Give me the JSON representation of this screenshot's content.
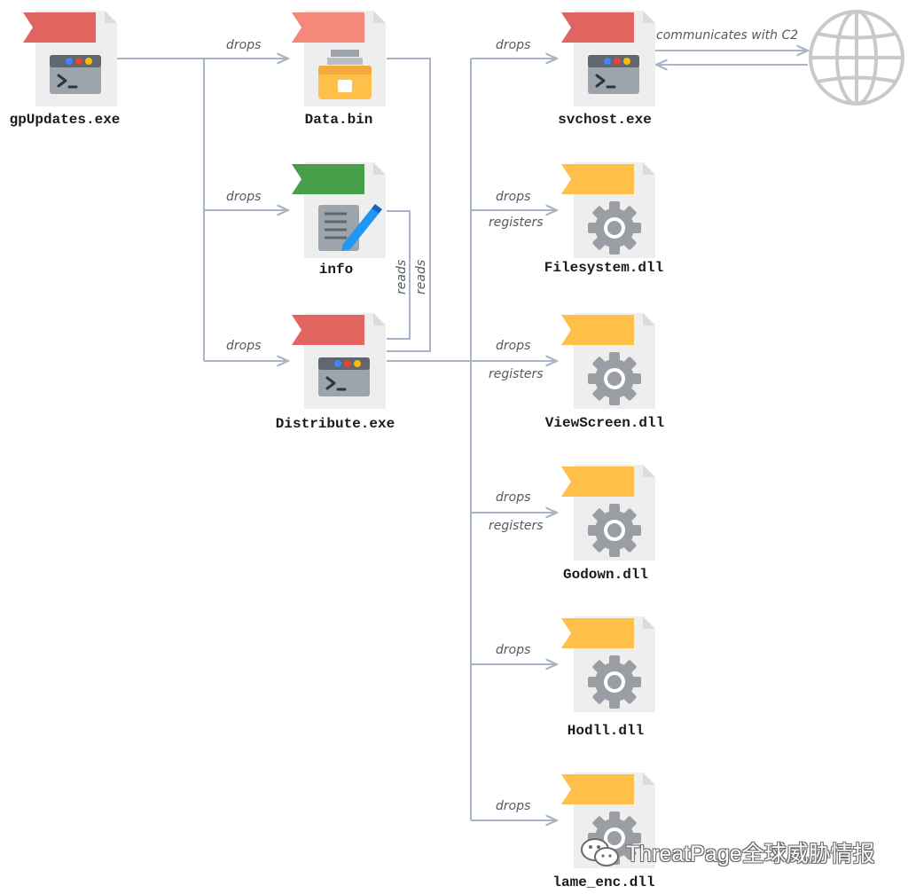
{
  "files": {
    "gpupdates": {
      "name": "gpUpdates.exe",
      "kind": "exe",
      "flag": "#E06560"
    },
    "databin": {
      "name": "Data.bin",
      "kind": "bin",
      "flag": "#F4887A"
    },
    "info": {
      "name": "info",
      "kind": "doc",
      "flag": "#47A049"
    },
    "distribute": {
      "name": "Distribute.exe",
      "kind": "exe",
      "flag": "#E06560"
    },
    "svchost": {
      "name": "svchost.exe",
      "kind": "exe",
      "flag": "#E06560"
    },
    "filesystem": {
      "name": "Filesystem.dll",
      "kind": "dll",
      "flag": "#FFC04A"
    },
    "viewscreen": {
      "name": "ViewScreen.dll",
      "kind": "dll",
      "flag": "#FFC04A"
    },
    "godown": {
      "name": "Godown.dll",
      "kind": "dll",
      "flag": "#FFC04A"
    },
    "hodll": {
      "name": "Hodll.dll",
      "kind": "dll",
      "flag": "#FFC04A"
    },
    "lameenc": {
      "name": "lame_enc.dll",
      "kind": "dll",
      "flag": "#FFC04A"
    }
  },
  "labels": {
    "drops": "drops",
    "registers": "registers",
    "reads": "reads",
    "c2": "communicates with C2"
  },
  "globe_icon": "globe-icon",
  "watermark": {
    "text": "ThreatPage全球威胁情报",
    "icon": "wechat-icon"
  },
  "colors": {
    "line": "#A9B4C6",
    "file_bg": "#EEEEEF",
    "terminal": "#9EA4AC",
    "gear": "#9A9EA4",
    "globe": "#C9C9C9"
  }
}
